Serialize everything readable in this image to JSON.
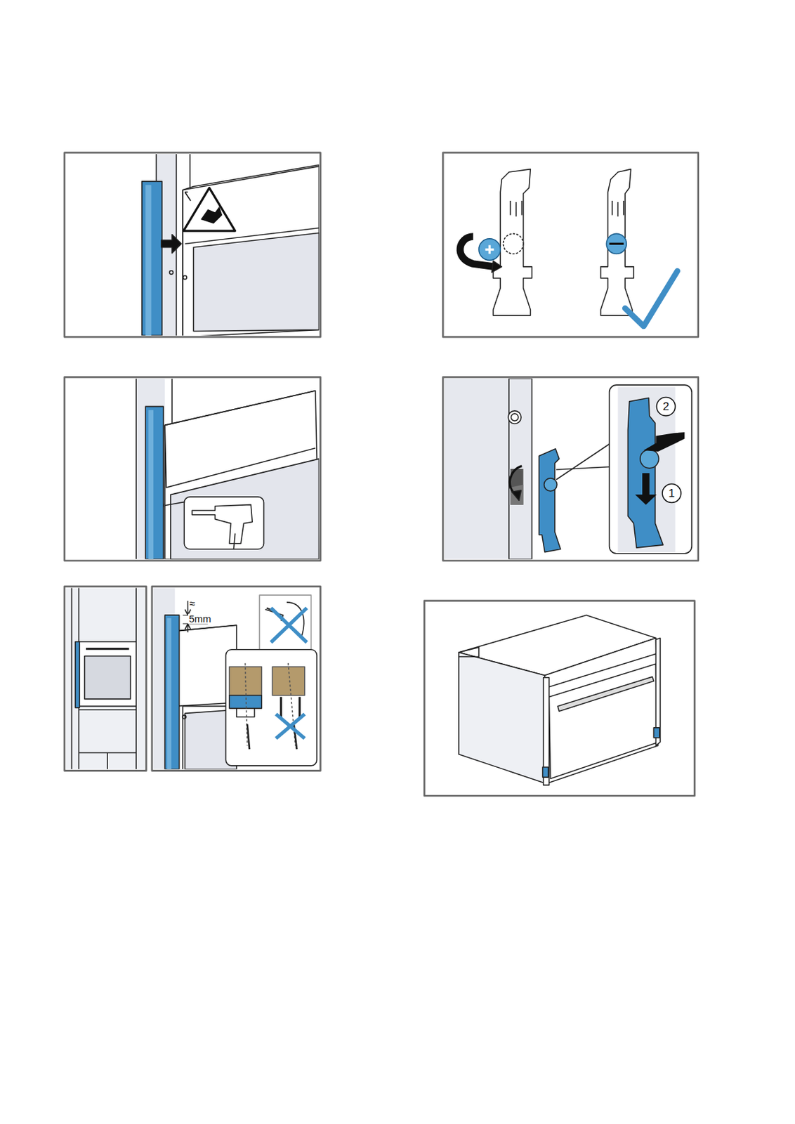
{
  "diagram": {
    "labels": [
      "2",
      "1",
      "≈",
      "5mm"
    ]
  }
}
